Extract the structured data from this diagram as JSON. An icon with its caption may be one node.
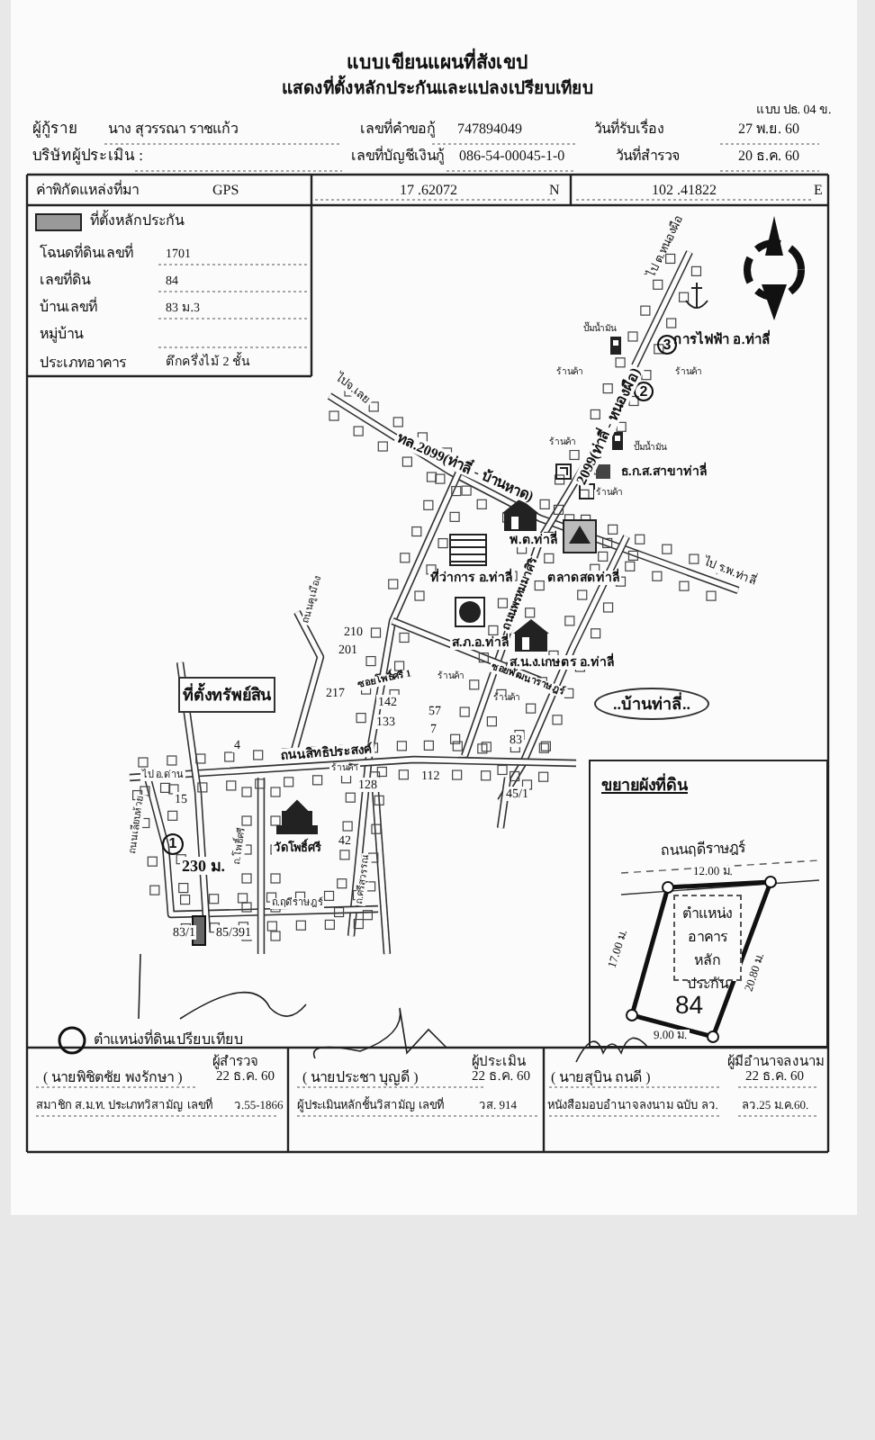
{
  "diagram": {
    "nodes": [
      {
        "text": [
          "3"
        ]
      },
      {
        "text": [
          "2"
        ]
      },
      {
        "text": [
          "ที่ตั้งทรัพย์สิน"
        ]
      },
      {
        "text": [
          "..บ้านท่าลี่.."
        ]
      },
      {
        "text": [
          "ขยายผังที่ดิน"
        ]
      },
      {
        "text": [
          "84"
        ],
        "in": 4
      },
      {
        "text": [
          "ตำแหน่ง อาคาร หลักประกัน"
        ],
        "in": 5
      },
      {
        "text": [
          "1"
        ]
      }
    ],
    "labels": [
      "แบบเขียนแผนที่สังเขป",
      "แสดงที่ตั้งหลักประกันและแปลงเปรียบเทียบ",
      "แบบ ปธ. 04 ข.",
      "ผู้กู้ราย",
      "นาง สุวรรณา ราชแก้ว",
      "เลขที่คำขอกู้",
      "747894049",
      "วันที่รับเรื่อง",
      "27 พ.ย. 60",
      "บริษัทผู้ประเมิน :",
      "เลขที่บัญชีเงินกู้",
      "086-54-00045-1-0",
      "วันที่สำรวจ",
      "20 ธ.ค. 60",
      "ค่าพิกัดแหล่งที่มา",
      "GPS",
      "17 .62072",
      "N",
      "102 .41822",
      "E",
      "โฉนดที่ดินเลขที่",
      "1701",
      "เลขที่ดิน",
      "84",
      "บ้านเลขที่",
      "83 ม.3",
      "หมู่บ้าน",
      "ประเภทอาคาร",
      "ตึกครึ่งไม้ 2 ชั้น",
      "ไปจ.เลย",
      "ทล.2099(ท่าลี่ - บ้านหาด)",
      "2099(ท่าลี่ - หนองผือ)",
      "ไป ต.หนองผือ",
      "การไฟฟ้า อ.ท่าลี่",
      "ปั๊มน้ำมัน",
      "ร้านค้า",
      "ร้านค้า",
      "ร้านค้า",
      "ปั๊มน้ำมัน",
      "ธ.ก.ส.สาขาท่าลี่",
      "ร้านค้า",
      "พ.ต.ท่าลี่",
      "ที่ว่าการ อ.ท่าลี่",
      "ตลาดสดท่าลี่",
      "ไป ร.พ.ท่าลี่",
      "ถนนพรหมมาศิริ",
      "ส.ภ.อ.ท่าลี่",
      "ส.น.ง.เกษตร อ.ท่าลี่",
      "ซอยพัฒนาราษฎร์",
      "ร้านค้า",
      "ร้านค้า",
      "210",
      "201",
      "217",
      "142",
      "133",
      "57",
      "7",
      "83",
      "ซอยโพธิ์ศรี 1",
      "4",
      "ถนนสิทธิประสงค์",
      "ไป อ.ด่าน",
      "15",
      "128",
      "112",
      "45/1",
      "ร้านค้า",
      "วัดโพธิ์ศรี",
      "42",
      "230 ม.",
      "83/1",
      "85/391",
      "ถนนเลียบห้วย",
      "ถ.โพธิ์ศรี",
      "ถ.ศรีสุวรรณ",
      "ถ.ฤดีราษฎร์",
      "ถนนคูเมือง",
      "ถนนฤดีราษฎร์",
      "12.00 ม.",
      "17.00 ม.",
      "20.80 ม.",
      "9.00 ม.",
      "ผู้สำรวจ",
      "( นายพิชิตชัย พงรักษา )",
      "22 ธ.ค. 60",
      "สมาชิก ส.ม.ท. ประเภทวิสามัญ เลขที่",
      "ว.55-1866",
      "ผู้ประเมิน",
      "( นายประชา บุญดี )",
      "22 ธ.ค. 60",
      "ผู้ประเมินหลักชั้นวิสามัญ เลขที่",
      "วส. 914",
      "ผู้มีอำนาจลงนาม",
      "( นายสุบิน ถนดี )",
      "22 ธ.ค. 60",
      "หนังสือมอบอำนาจลงนาม ฉบับ ลว.",
      "ลว.25 ม.ค.60."
    ],
    "legend": [
      {
        "text": "ที่ตั้งหลักประกัน"
      },
      {
        "text": "ตำแหน่งที่ดินเปรียบเทียบ"
      }
    ]
  }
}
